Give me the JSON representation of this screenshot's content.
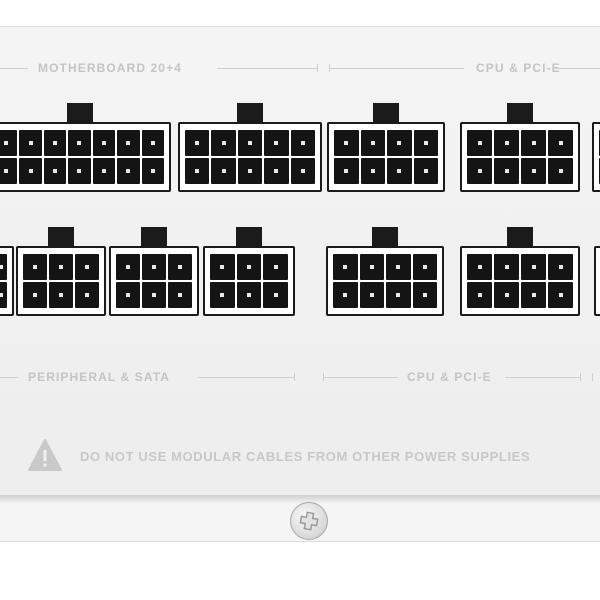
{
  "labels": {
    "motherboard": "MOTHERBOARD 20+4",
    "cpu_pcie_top": "CPU & PCI-E",
    "peripheral_sata": "PERIPHERAL & SATA",
    "cpu_pcie_bottom": "CPU & PCI-E"
  },
  "warning": {
    "text": "DO NOT USE MODULAR CABLES FROM OTHER POWER SUPPLIES",
    "icon": "warning-triangle-icon"
  },
  "screw_icon": "screw-icon",
  "colors": {
    "panel": "#f0f0f0",
    "connector_body": "#1b1b1b",
    "label": "#c4c4c4"
  },
  "connectors": {
    "top_row": [
      {
        "name": "motherboard-20pin-socket",
        "cols": 7,
        "rows": 2,
        "latch": true
      },
      {
        "name": "motherboard-4pin-socket",
        "cols": 5,
        "rows": 2,
        "latch": true
      },
      {
        "name": "cpu-pcie-socket-1",
        "cols": 4,
        "rows": 2,
        "latch": true
      },
      {
        "name": "cpu-pcie-socket-2",
        "cols": 4,
        "rows": 2,
        "latch": true
      },
      {
        "name": "cpu-pcie-socket-3-partial",
        "cols": 1,
        "rows": 2,
        "latch": false
      }
    ],
    "bottom_row": [
      {
        "name": "peripheral-socket-partial",
        "cols": 1,
        "rows": 2,
        "latch": false
      },
      {
        "name": "peripheral-sata-socket-1",
        "cols": 3,
        "rows": 2,
        "latch": true
      },
      {
        "name": "peripheral-sata-socket-2",
        "cols": 3,
        "rows": 2,
        "latch": true
      },
      {
        "name": "peripheral-sata-socket-3",
        "cols": 3,
        "rows": 2,
        "latch": true
      },
      {
        "name": "cpu-pcie-socket-4",
        "cols": 4,
        "rows": 2,
        "latch": true
      },
      {
        "name": "cpu-pcie-socket-5",
        "cols": 4,
        "rows": 2,
        "latch": true
      },
      {
        "name": "cpu-pcie-socket-6-partial",
        "cols": 1,
        "rows": 2,
        "latch": false
      }
    ]
  }
}
